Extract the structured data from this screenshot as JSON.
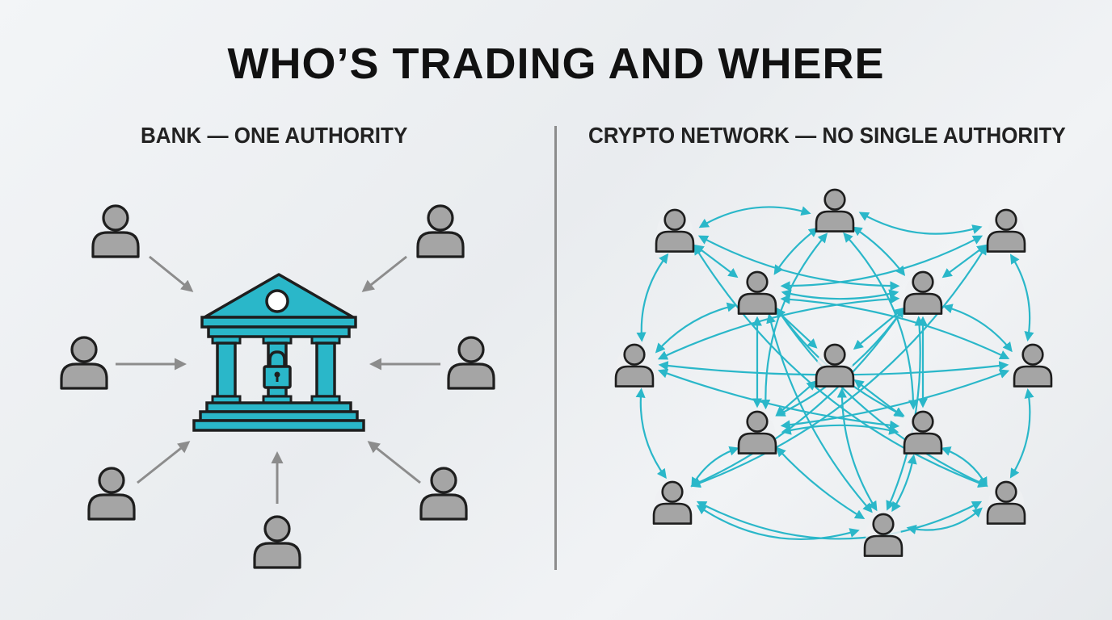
{
  "title": "WHO’S TRADING AND WHERE",
  "bank_panel": {
    "subtitle": "BANK — ONE AUTHORITY",
    "center_icon": "bank-building-icon",
    "lock_icon": "padlock-icon",
    "user_icon": "user-icon"
  },
  "crypto_panel": {
    "subtitle": "CRYPTO NETWORK — NO SINGLE AUTHORITY",
    "user_icon": "user-icon"
  },
  "colors": {
    "accent": "#2ab7c9",
    "user_fill": "#a5a5a5",
    "outline": "#1e1e1e",
    "arrow_gray": "#8c8c8c",
    "divider": "#8c8c8c"
  }
}
